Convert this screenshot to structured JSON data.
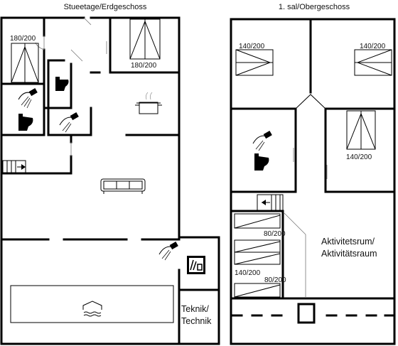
{
  "titles": {
    "ground": "Stueetage/Erdgeschoss",
    "upper": "1. sal/Obergeschoss"
  },
  "ground_labels": {
    "bed_left": "180/200",
    "bed_top": "180/200",
    "technik": "Teknik/",
    "technik2": "Technik"
  },
  "upper_labels": {
    "bed_a": "140/200",
    "bed_b": "140/200",
    "bed_c": "140/200",
    "bunk_top": "80/200",
    "bunk_left": "140/200",
    "bunk_bottom": "80/200",
    "activity1": "Aktivitetsrum/",
    "activity2": "Aktivitätsraum"
  },
  "icons": [
    "shower-icon",
    "toilet-icon",
    "cooking-pot-icon",
    "sofa-icon",
    "stairs-icon",
    "pool-icon",
    "sauna-icon",
    "bed-icon"
  ]
}
